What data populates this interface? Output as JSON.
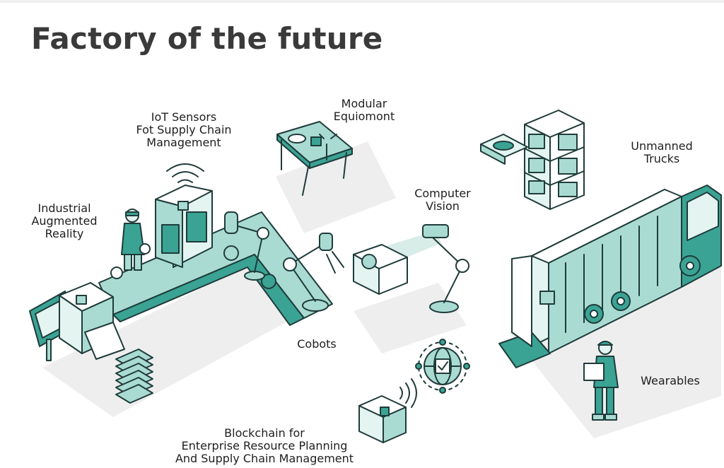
{
  "title": "Factory of the future",
  "labels": {
    "iot": [
      "IoT Sensors",
      "Fot Supply Chain",
      "Management"
    ],
    "modular": [
      "Modular",
      "Equiomont"
    ],
    "unmanned": [
      "Unmanned",
      "Trucks"
    ],
    "industrial": [
      "Industrial",
      "Augmented",
      "Reality"
    ],
    "vision": [
      "Computer",
      "Vision"
    ],
    "cobots": "Cobots",
    "wearables": "Wearables",
    "blockchain": [
      "Blockchain for",
      "Enterprise Resource Planning",
      "And Supply Chain Management"
    ]
  },
  "colors": {
    "teal": "#3aa394",
    "teal_light": "#a9dbd2",
    "teal_pale": "#e4f4f1",
    "outline": "#1f3b3a",
    "shadow": "#eeeeee"
  }
}
